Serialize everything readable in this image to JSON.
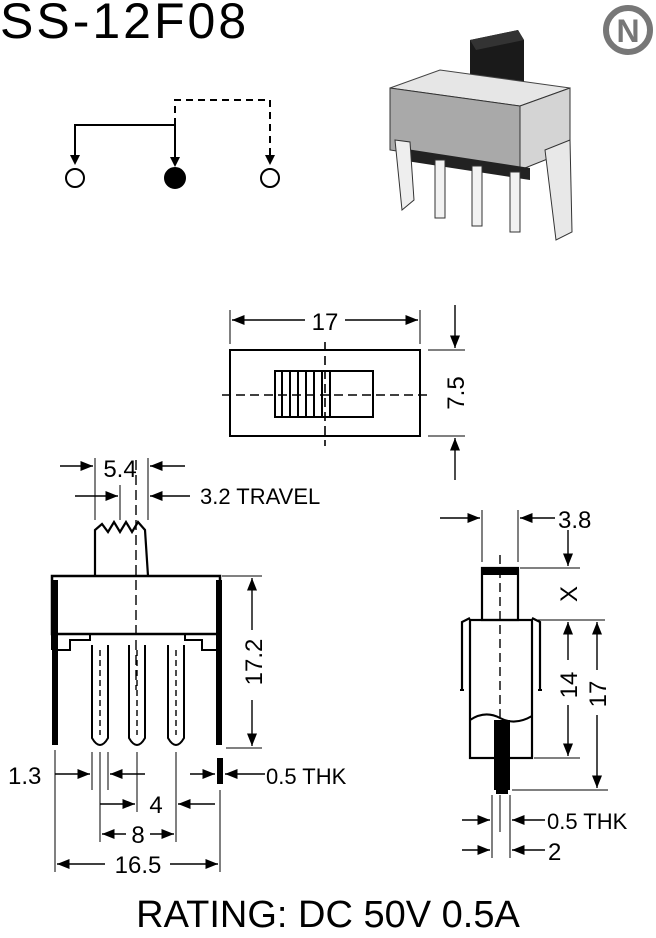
{
  "header": {
    "model": "SS-12F08",
    "logo_letter": "N"
  },
  "footer": {
    "rating": "RATING: DC 50V 0.5A"
  },
  "top_view": {
    "width": "17",
    "height": "7.5"
  },
  "front_view": {
    "actuator_width": "5.4",
    "travel": "3.2 TRAVEL",
    "height": "17.2",
    "pin_width": "1.3",
    "thickness": "0.5 THK",
    "pitch": "4",
    "pin_span": "8",
    "overall_width": "16.5"
  },
  "side_view": {
    "actuator_depth": "3.8",
    "actuator_height": "X",
    "body_height": "14",
    "overall_height": "17",
    "thickness": "0.5 THK",
    "pin_offset": "2"
  }
}
